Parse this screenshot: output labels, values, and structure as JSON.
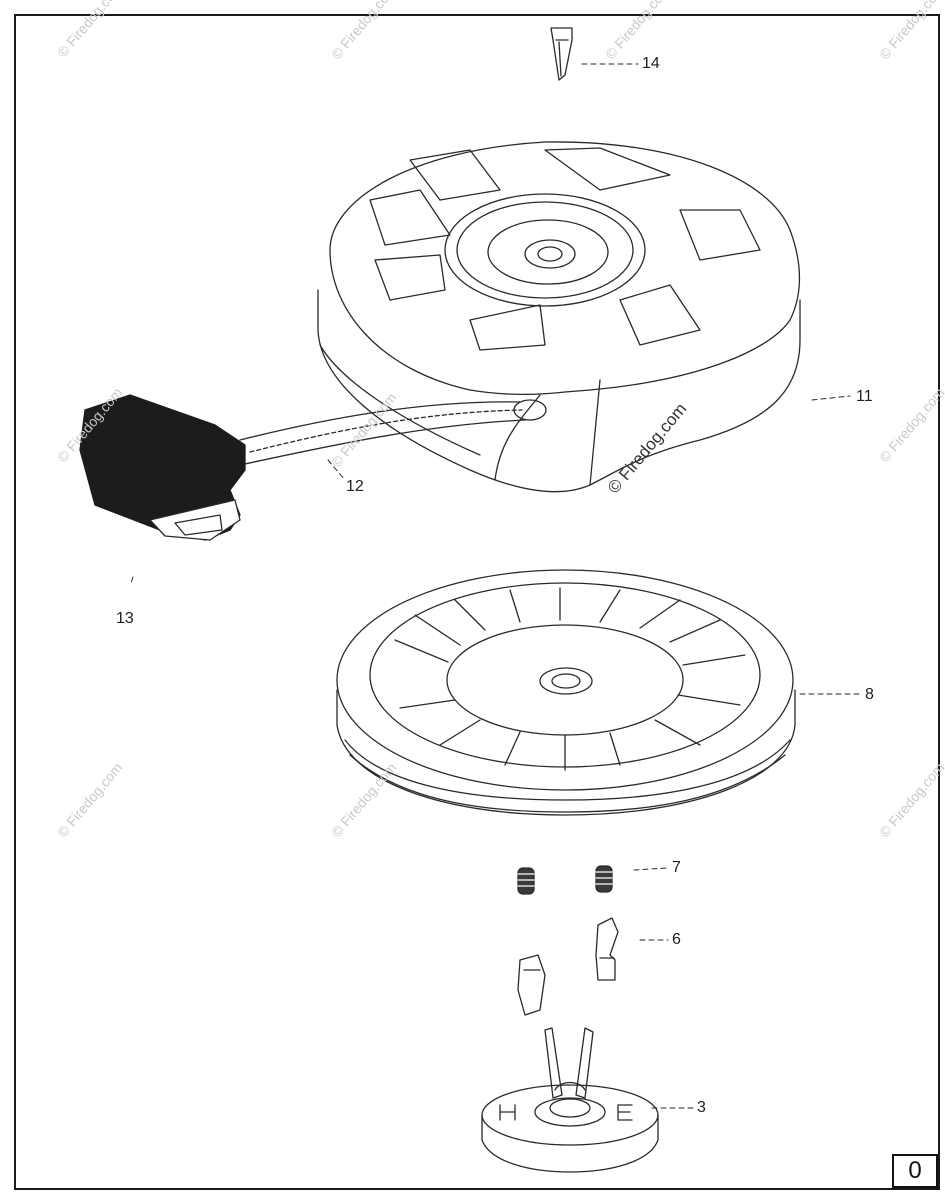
{
  "callouts": [
    {
      "id": "14",
      "label": "14"
    },
    {
      "id": "11",
      "label": "11"
    },
    {
      "id": "12",
      "label": "12"
    },
    {
      "id": "13",
      "label": "13"
    },
    {
      "id": "8",
      "label": "8"
    },
    {
      "id": "7",
      "label": "7"
    },
    {
      "id": "6",
      "label": "6"
    },
    {
      "id": "3",
      "label": "3"
    }
  ],
  "watermark": {
    "text": "© Firedog.com",
    "center_text": "© Firedog.com"
  },
  "page_number": "0",
  "colors": {
    "line": "#2a2a2a",
    "watermark": "#c9c9c9",
    "handle": "#1c1c1c"
  }
}
